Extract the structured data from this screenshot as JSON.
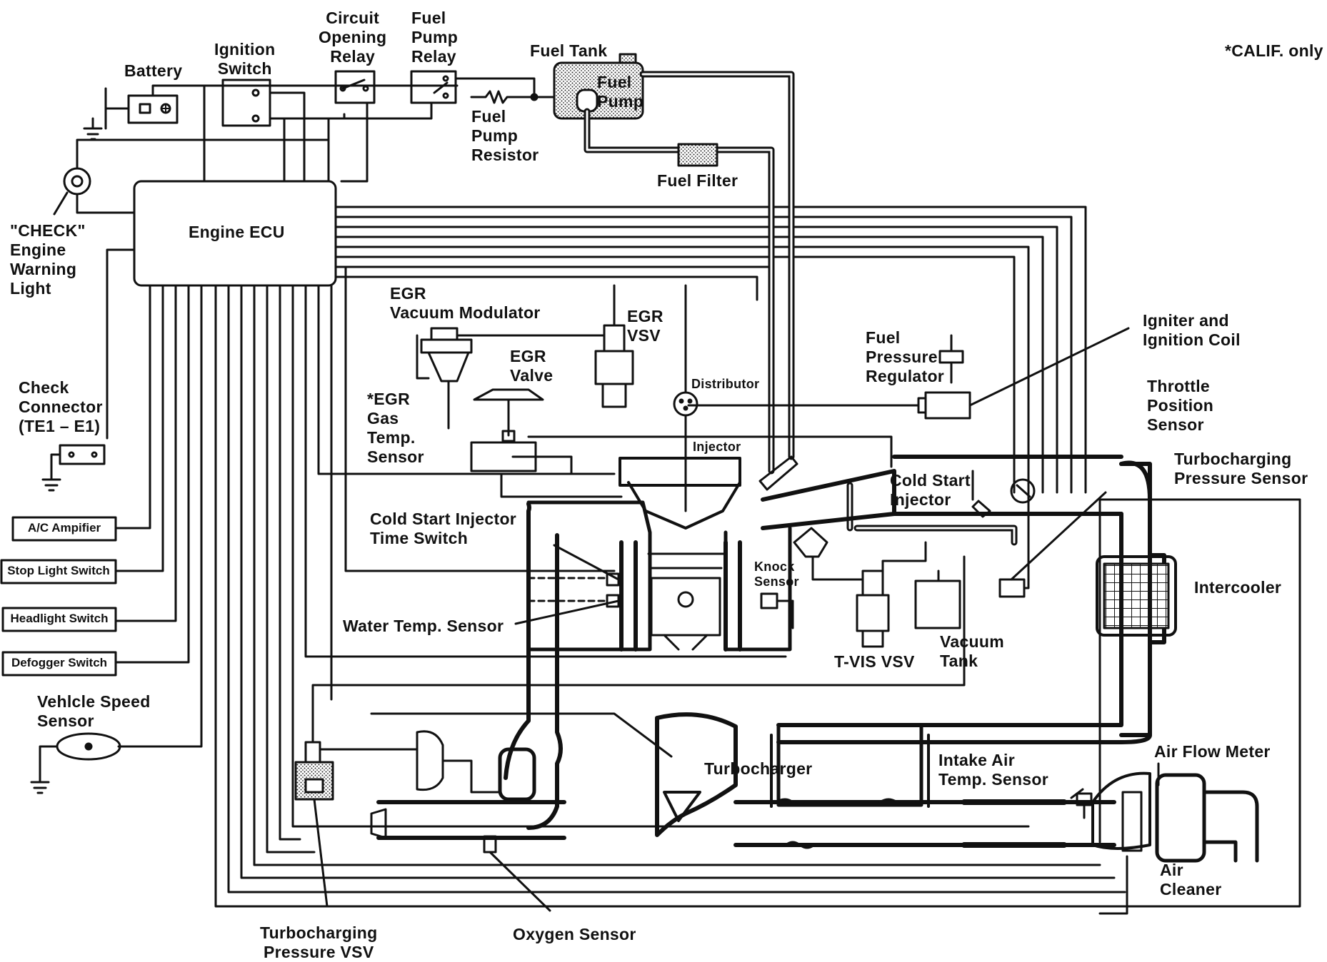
{
  "labels": {
    "calif_note": "*CALIF. only",
    "battery": "Battery",
    "ignition_switch": "Ignition\nSwitch",
    "circuit_opening_relay": "Circuit\nOpening\nRelay",
    "fuel_pump_relay": "Fuel\nPump\nRelay",
    "fuel_tank": "Fuel Tank",
    "fuel_pump": "Fuel\nPump",
    "fuel_pump_resistor": "Fuel\nPump\nResistor",
    "fuel_filter": "Fuel Filter",
    "check_engine_light": "\"CHECK\"\nEngine\nWarning\nLight",
    "engine_ecu": "Engine ECU",
    "egr_vacuum_modulator": "EGR\nVacuum Modulator",
    "egr_vsv": "EGR\nVSV",
    "egr_valve": "EGR\nValve",
    "egr_gas_temp_sensor": "*EGR\nGas\nTemp.\nSensor",
    "distributor": "Distributor",
    "fuel_pressure_regulator": "Fuel\nPressure\nRegulator",
    "igniter_ignition_coil": "Igniter and\nIgnition Coil",
    "throttle_position_sensor": "Throttle\nPosition\nSensor",
    "turbocharging_pressure_sensor": "Turbocharging\nPressure Sensor",
    "injector": "Injector",
    "cold_start_injector": "Cold Start\nInjector",
    "check_connector": "Check\nConnector\n(TE1 – E1)",
    "cold_start_injector_time_switch": "Cold Start Injector\nTime Switch",
    "knock_sensor": "Knock\nSensor",
    "intercooler": "Intercooler",
    "water_temp_sensor": "Water Temp. Sensor",
    "vacuum_tank": "Vacuum\nTank",
    "t_vis_vsv": "T-VIS VSV",
    "vehicle_speed_sensor": "Vehlcle Speed\nSensor",
    "turbocharger": "Turbocharger",
    "intake_air_temp_sensor": "Intake Air\nTemp. Sensor",
    "air_flow_meter": "Air Flow Meter",
    "air_cleaner": "Air\nCleaner",
    "turbocharging_pressure_vsv": "Turbocharging\nPressure VSV",
    "oxygen_sensor": "Oxygen Sensor"
  },
  "switch_boxes": {
    "ac_amplifier": "A/C Ampifier",
    "stop_light_switch": "Stop Light Switch",
    "headlight_switch": "Headlight Switch",
    "defogger_switch": "Defogger Switch"
  }
}
